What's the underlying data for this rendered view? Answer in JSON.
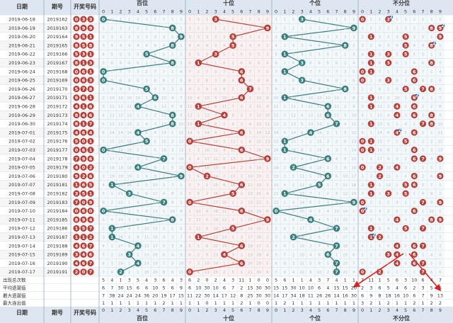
{
  "headers": {
    "date": "日期",
    "issue": "期号",
    "open": "开奖号码",
    "sections": [
      "百位",
      "十位",
      "个位",
      "不分位"
    ],
    "digits": [
      "0",
      "1",
      "2",
      "3",
      "4",
      "5",
      "6",
      "7",
      "8",
      "9"
    ]
  },
  "colors": {
    "header_bg": "#dde6f1",
    "grid": "#c8d3df",
    "teal": "#3a7d7d",
    "red": "#b5403a",
    "blue": "#1f5fa8"
  },
  "chart_data": {
    "type": "table",
    "rows": [
      {
        "date": "2019-06-18",
        "issue": "2019162",
        "nums": [
          0,
          3,
          3
        ]
      },
      {
        "date": "2019-06-19",
        "issue": "2019163",
        "nums": [
          8,
          9,
          9
        ]
      },
      {
        "date": "2019-06-20",
        "issue": "2019164",
        "nums": [
          9,
          5,
          1
        ]
      },
      {
        "date": "2019-06-21",
        "issue": "2019165",
        "nums": [
          8,
          5,
          8
        ]
      },
      {
        "date": "2019-06-22",
        "issue": "2019166",
        "nums": [
          5,
          3,
          1
        ]
      },
      {
        "date": "2019-06-23",
        "issue": "2019167",
        "nums": [
          8,
          1,
          3
        ]
      },
      {
        "date": "2019-06-24",
        "issue": "2019168",
        "nums": [
          0,
          6,
          1
        ]
      },
      {
        "date": "2019-06-25",
        "issue": "2019169",
        "nums": [
          0,
          6,
          3
        ]
      },
      {
        "date": "2019-06-26",
        "issue": "2019170",
        "nums": [
          5,
          7,
          8
        ]
      },
      {
        "date": "2019-06-27",
        "issue": "2019171",
        "nums": [
          6,
          6,
          1
        ]
      },
      {
        "date": "2019-06-28",
        "issue": "2019172",
        "nums": [
          4,
          1,
          6
        ]
      },
      {
        "date": "2019-06-29",
        "issue": "2019173",
        "nums": [
          8,
          4,
          6
        ]
      },
      {
        "date": "2019-06-30",
        "issue": "2019174",
        "nums": [
          8,
          1,
          7
        ]
      },
      {
        "date": "2019-07-01",
        "issue": "2019175",
        "nums": [
          4,
          6,
          4
        ]
      },
      {
        "date": "2019-07-02",
        "issue": "2019176",
        "nums": [
          5,
          0,
          1
        ]
      },
      {
        "date": "2019-07-03",
        "issue": "2019177",
        "nums": [
          0,
          6,
          1
        ]
      },
      {
        "date": "2019-07-04",
        "issue": "2019178",
        "nums": [
          7,
          9,
          6
        ]
      },
      {
        "date": "2019-07-05",
        "issue": "2019179",
        "nums": [
          4,
          0,
          2
        ]
      },
      {
        "date": "2019-07-06",
        "issue": "2019180",
        "nums": [
          9,
          2,
          6
        ]
      },
      {
        "date": "2019-07-07",
        "issue": "2019181",
        "nums": [
          1,
          6,
          5
        ]
      },
      {
        "date": "2019-07-08",
        "issue": "2019182",
        "nums": [
          3,
          5,
          1
        ]
      },
      {
        "date": "2019-07-09",
        "issue": "2019183",
        "nums": [
          7,
          0,
          9
        ]
      },
      {
        "date": "2019-07-10",
        "issue": "2019184",
        "nums": [
          0,
          6,
          0
        ]
      },
      {
        "date": "2019-07-11",
        "issue": "2019185",
        "nums": [
          8,
          9,
          4
        ]
      },
      {
        "date": "2019-07-12",
        "issue": "2019186",
        "nums": [
          1,
          5,
          7
        ]
      },
      {
        "date": "2019-07-13",
        "issue": "2019187",
        "nums": [
          1,
          1,
          2
        ]
      },
      {
        "date": "2019-07-14",
        "issue": "2019188",
        "nums": [
          4,
          6,
          7
        ]
      },
      {
        "date": "2019-07-15",
        "issue": "2019189",
        "nums": [
          3,
          4,
          6
        ]
      },
      {
        "date": "2019-07-16",
        "issue": "2019190",
        "nums": [
          4,
          6,
          7
        ]
      },
      {
        "date": "2019-07-17",
        "issue": "2019191",
        "nums": [
          2,
          0,
          7
        ]
      }
    ],
    "stats": [
      {
        "label": "出现总次数",
        "values": [
          5,
          4,
          1,
          3,
          5,
          4,
          3,
          6,
          4,
          3,
          6,
          2,
          0,
          2,
          4,
          3,
          11,
          1,
          0,
          0,
          5,
          6,
          1,
          1,
          4,
          3,
          7,
          4,
          1,
          1,
          7,
          11,
          1,
          5,
          6,
          3,
          10,
          6,
          4,
          7
        ]
      },
      {
        "label": "平均遗漏值",
        "values": [
          6,
          7,
          30,
          15,
          6,
          6,
          10,
          5,
          6,
          9,
          6,
          10,
          30,
          10,
          6,
          7,
          2,
          15,
          30,
          30,
          15,
          15,
          30,
          10,
          10,
          6,
          4,
          15,
          15,
          20,
          2,
          3,
          6,
          5,
          4,
          6,
          2,
          3,
          5,
          5
        ]
      },
      {
        "label": "最大遗漏值",
        "values": [
          7,
          38,
          24,
          24,
          24,
          36,
          20,
          19,
          17,
          15,
          11,
          22,
          30,
          14,
          17,
          12,
          8,
          25,
          30,
          30,
          14,
          17,
          34,
          18,
          11,
          26,
          26,
          14,
          16,
          30,
          6,
          9,
          8,
          18,
          16,
          10,
          6,
          7,
          9,
          13
        ]
      },
      {
        "label": "最大连出值",
        "values": [
          1,
          1,
          1,
          1,
          1,
          1,
          1,
          2,
          1,
          1,
          1,
          1,
          0,
          1,
          1,
          1,
          2,
          1,
          0,
          0,
          1,
          2,
          1,
          1,
          1,
          1,
          1,
          1,
          1,
          1,
          3,
          2,
          1,
          2,
          1,
          1,
          2,
          1,
          2,
          2
        ]
      }
    ]
  }
}
